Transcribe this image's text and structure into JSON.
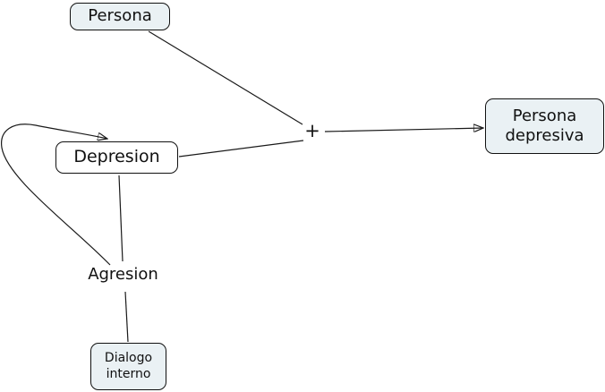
{
  "diagram": {
    "type": "concept-map",
    "nodes": {
      "persona": {
        "label": "Persona"
      },
      "depresion": {
        "label": "Depresion"
      },
      "agresion": {
        "label": "Agresion"
      },
      "dialogo_interno": {
        "label": "Dialogo interno"
      },
      "persona_depresiva": {
        "label": "Persona depresiva"
      },
      "plus": {
        "label": "+"
      }
    },
    "edges": [
      {
        "from": "persona",
        "to": "plus",
        "arrow": false
      },
      {
        "from": "depresion",
        "to": "plus",
        "arrow": false
      },
      {
        "from": "plus",
        "to": "persona_depresiva",
        "arrow": true
      },
      {
        "from": "depresion",
        "to": "agresion",
        "arrow": false
      },
      {
        "from": "agresion",
        "to": "dialogo_interno",
        "arrow": false
      },
      {
        "from": "agresion",
        "to": "depresion",
        "arrow": true,
        "shape": "curved-loop"
      }
    ],
    "colors": {
      "background": "#ffffff",
      "node_fill_tinted": "#eaf1f4",
      "node_fill_plain": "#ffffff",
      "node_border": "#111111",
      "edge_stroke": "#1a1a1a",
      "text": "#111111"
    }
  }
}
